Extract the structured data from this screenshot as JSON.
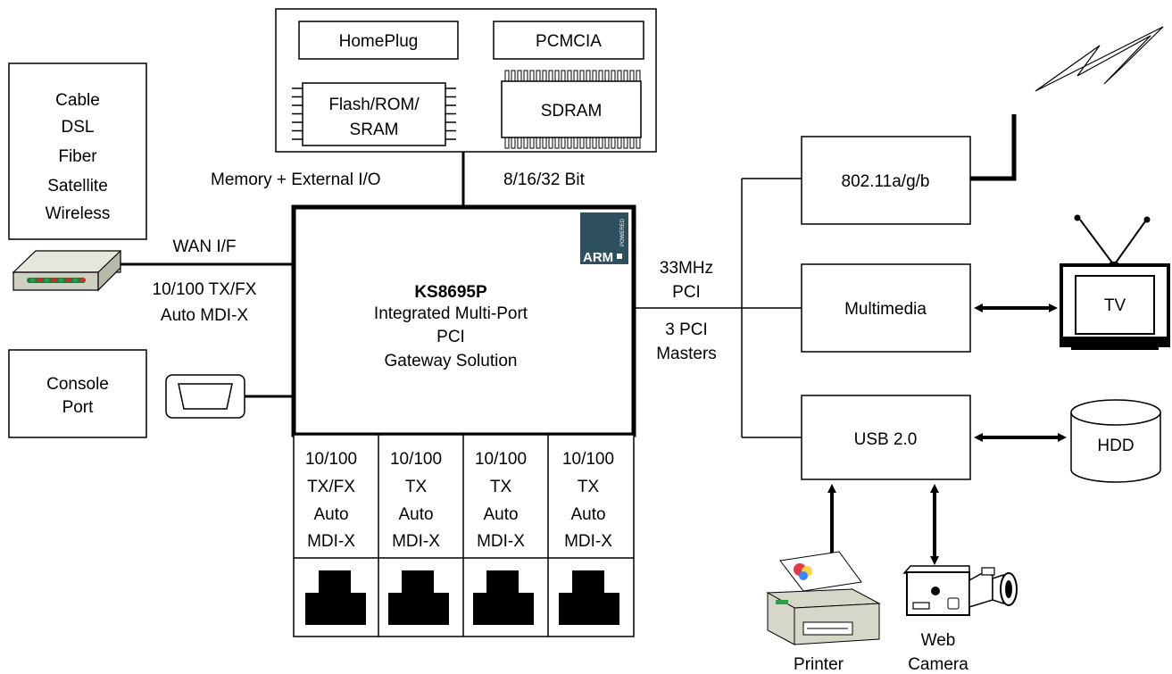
{
  "colors": {
    "logo_bg": "#2e4f5e",
    "led_green": "#2a9d4a",
    "led_red": "#d62828",
    "printer_body": "#d7d7c9"
  },
  "memory_board": {
    "homeplug": "HomePlug",
    "pcmcia": "PCMCIA",
    "flash_line1": "Flash/ROM/",
    "flash_line2": "SRAM",
    "sdram": "SDRAM"
  },
  "bus_labels": {
    "memory_io": "Memory + External I/O",
    "bit_width": "8/16/32 Bit"
  },
  "wan_sources": [
    "Cable",
    "DSL",
    "Fiber",
    "Satellite",
    "Wireless"
  ],
  "wan": {
    "label": "WAN I/F",
    "spec_line1": "10/100 TX/FX",
    "spec_line2": "Auto MDI-X"
  },
  "console": {
    "line1": "Console",
    "line2": "Port"
  },
  "chip": {
    "logo": "ARM",
    "logo_sub": "POWERED",
    "name": "KS8695P",
    "line1": "Integrated Multi-Port",
    "line2": "PCI",
    "line3": "Gateway  Solution"
  },
  "ports": [
    {
      "l1": "10/100",
      "l2": "TX/FX",
      "l3": "Auto",
      "l4": "MDI-X"
    },
    {
      "l1": "10/100",
      "l2": "TX",
      "l3": "Auto",
      "l4": "MDI-X"
    },
    {
      "l1": "10/100",
      "l2": "TX",
      "l3": "Auto",
      "l4": "MDI-X"
    },
    {
      "l1": "10/100",
      "l2": "TX",
      "l3": "Auto",
      "l4": "MDI-X"
    }
  ],
  "pci": {
    "speed_line1": "33MHz",
    "speed_line2": "PCI",
    "masters_line1": "3 PCI",
    "masters_line2": "Masters"
  },
  "peripherals": {
    "wireless": "802.11a/g/b",
    "multimedia": "Multimedia",
    "usb": "USB 2.0",
    "tv": "TV",
    "hdd": "HDD",
    "printer": "Printer",
    "camera_line1": "Web",
    "camera_line2": "Camera"
  }
}
